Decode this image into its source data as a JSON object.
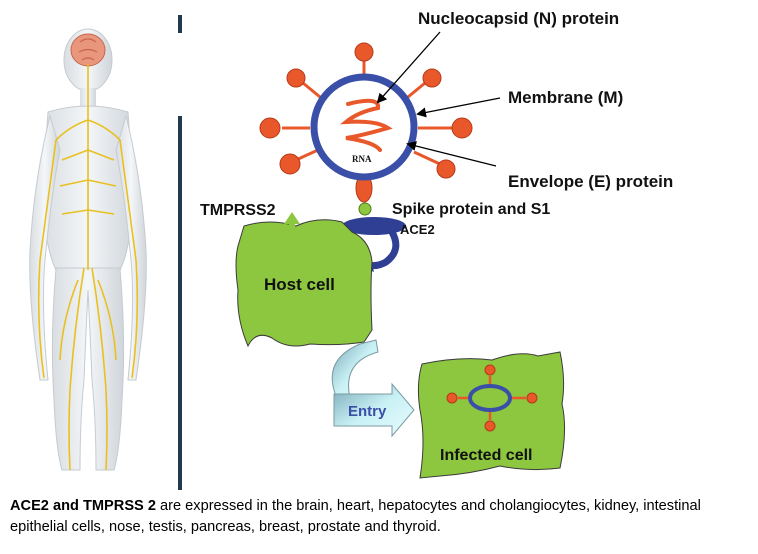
{
  "labels": {
    "nucleocapsid": "Nucleocapsid (N) protein",
    "membrane": "Membrane (M)",
    "envelope": "Envelope (E) protein",
    "rna": "RNA",
    "spike": "Spike protein and S1",
    "ace2": "ACE2",
    "tmprss2": "TMPRSS2",
    "host_cell": "Host cell",
    "entry": "Entry",
    "infected_cell": "Infected cell"
  },
  "caption": {
    "bold": "ACE2 and TMPRSS 2",
    "text": " are expressed in the brain, heart, hepatocytes and cholangiocytes, kidney, intestinal epithelial cells, nose, testis, pancreas, breast, prostate and thyroid."
  },
  "colors": {
    "virus_ring": "#3a4fa8",
    "spike": "#e8582a",
    "cell": "#8dc63f",
    "ace2": "#2e3f94",
    "tmprss2_arrow": "#8dc63f",
    "entry_arrow": "#b8ecf0",
    "divider": "#1f3b4d"
  }
}
